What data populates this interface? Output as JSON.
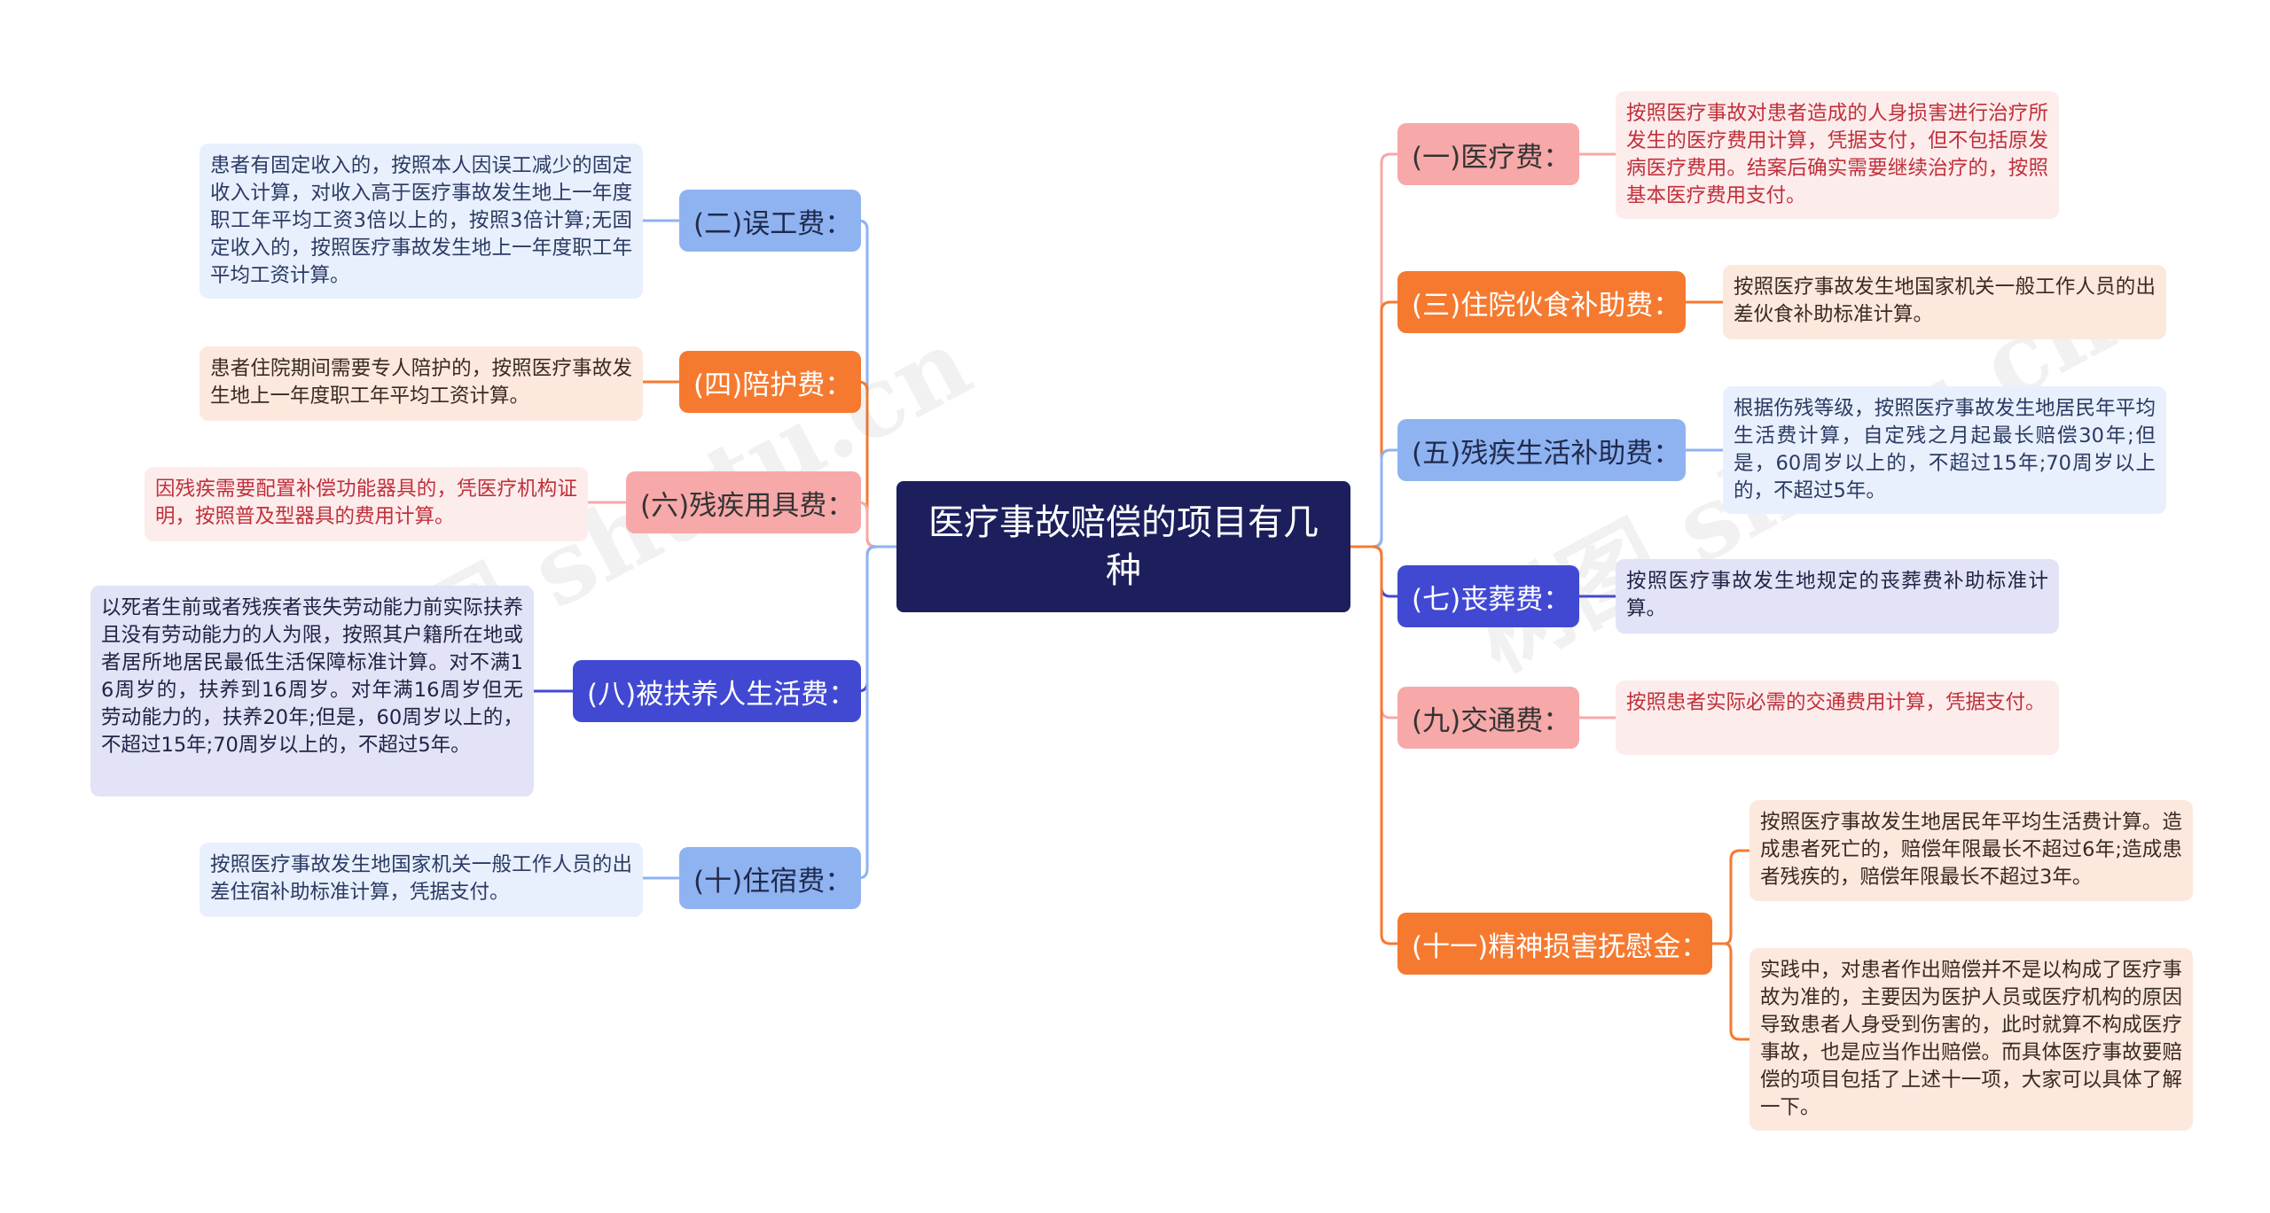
{
  "title": "医疗事故赔偿的项目有几种",
  "colors": {
    "blue": "#8fb3f1",
    "orange": "#f57a30",
    "pink": "#f7a8a8",
    "indigo": "#4149d3",
    "center": "#1c1f5c"
  },
  "watermark": "树图 shutu.cn",
  "branches": {
    "b1": {
      "label": "(一)医疗费：",
      "text": "按照医疗事故对患者造成的人身损害进行治疗所发生的医疗费用计算，凭据支付，但不包括原发病医疗费用。结案后确实需要继续治疗的，按照基本医疗费用支付。"
    },
    "b2": {
      "label": "(二)误工费：",
      "text": "患者有固定收入的，按照本人因误工减少的固定收入计算，对收入高于医疗事故发生地上一年度职工年平均工资3倍以上的，按照3倍计算;无固定收入的，按照医疗事故发生地上一年度职工年平均工资计算。"
    },
    "b3": {
      "label": "(三)住院伙食补助费：",
      "text": "按照医疗事故发生地国家机关一般工作人员的出差伙食补助标准计算。"
    },
    "b4": {
      "label": "(四)陪护费：",
      "text": "患者住院期间需要专人陪护的，按照医疗事故发生地上一年度职工年平均工资计算。"
    },
    "b5": {
      "label": "(五)残疾生活补助费：",
      "text": "根据伤残等级，按照医疗事故发生地居民年平均生活费计算，自定残之月起最长赔偿30年;但是，60周岁以上的，不超过15年;70周岁以上的，不超过5年。"
    },
    "b6": {
      "label": "(六)残疾用具费：",
      "text": "因残疾需要配置补偿功能器具的，凭医疗机构证明，按照普及型器具的费用计算。"
    },
    "b7": {
      "label": "(七)丧葬费：",
      "text": "按照医疗事故发生地规定的丧葬费补助标准计算。"
    },
    "b8": {
      "label": "(八)被扶养人生活费：",
      "text": "以死者生前或者残疾者丧失劳动能力前实际扶养且没有劳动能力的人为限，按照其户籍所在地或者居所地居民最低生活保障标准计算。对不满16周岁的，扶养到16周岁。对年满16周岁但无劳动能力的，扶养20年;但是，60周岁以上的，不超过15年;70周岁以上的，不超过5年。"
    },
    "b9": {
      "label": "(九)交通费：",
      "text": "按照患者实际必需的交通费用计算，凭据支付。"
    },
    "b10": {
      "label": "(十)住宿费：",
      "text": "按照医疗事故发生地国家机关一般工作人员的出差住宿补助标准计算，凭据支付。"
    },
    "b11": {
      "label": "(十一)精神损害抚慰金：",
      "text": "按照医疗事故发生地居民年平均生活费计算。造成患者死亡的，赔偿年限最长不超过6年;造成患者残疾的，赔偿年限最长不超过3年。",
      "text2": "实践中，对患者作出赔偿并不是以构成了医疗事故为准的，主要因为医护人员或医疗机构的原因导致患者人身受到伤害的，此时就算不构成医疗事故，也是应当作出赔偿。而具体医疗事故要赔偿的项目包括了上述十一项，大家可以具体了解一下。"
    }
  }
}
